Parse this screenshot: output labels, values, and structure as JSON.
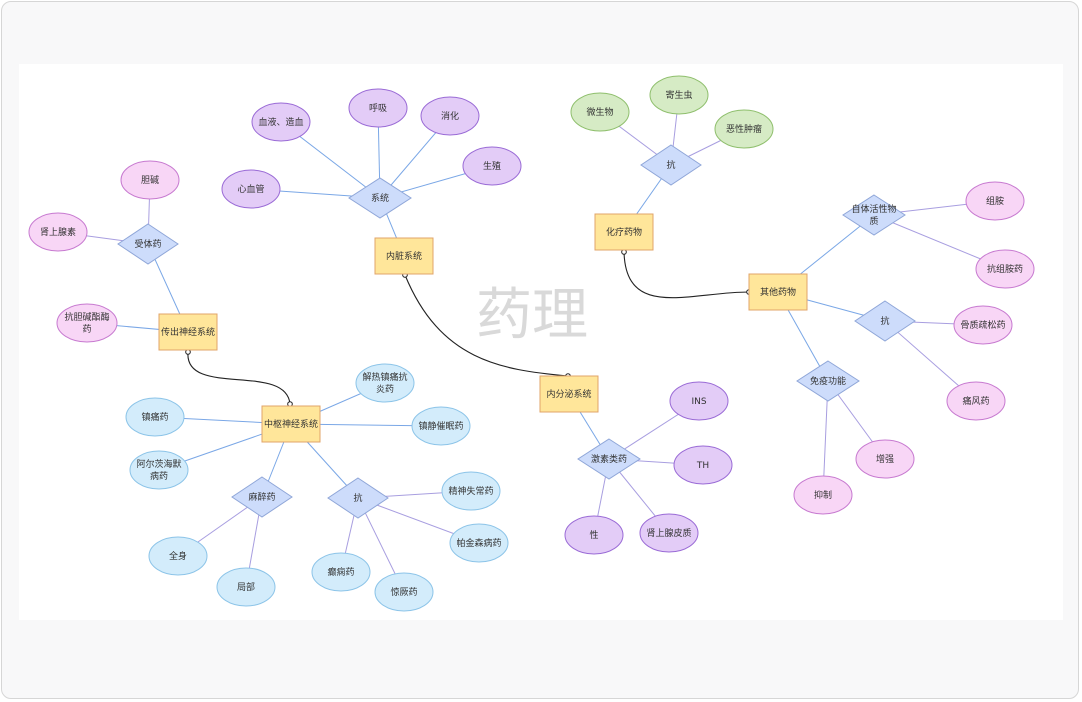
{
  "watermark": "药理",
  "colors": {
    "rect_fill": "#ffe69a",
    "rect_stroke": "#e0a46a",
    "diamond_fill": "#cddcfb",
    "diamond_stroke": "#8fa6d8",
    "link_blue": "#7aa7e6",
    "link_purple": "#a89ee0",
    "purple_fill": "#e3ccf7",
    "purple_stroke": "#9a6bd6",
    "pink_fill": "#f8d6f6",
    "pink_stroke": "#c77ad0",
    "blue_fill": "#d3ecfb",
    "blue_stroke": "#8cc4e8",
    "green_fill": "#d6ebc5",
    "green_stroke": "#8fbf6d"
  },
  "nodes": {
    "neizang": "内脏系统",
    "xitong": "系统",
    "xueye": "血液、造血",
    "huxi": "呼吸",
    "xiaohua": "消化",
    "shengzhi": "生殖",
    "xinxueguan": "心血管",
    "chuanchu": "传出神经系统",
    "shouti": "受体药",
    "danjian": "胆碱",
    "shenshang": "肾上腺素",
    "linzhi": "抗胆碱酯酶药",
    "zhongshu": "中枢神经系统",
    "zhentong": "解热镇痛抗炎药",
    "zhenjing": "镇静催眠药",
    "zhentongyao": "镇痛药",
    "aerzi": "阿尔茨海默病药",
    "mazui": "麻醉药",
    "quanshen": "全身",
    "jubu": "局部",
    "kang_cns": "抗",
    "kangjingshen": "精神失常药",
    "pajinsen": "帕金森病药",
    "dianxian": "癫痫药",
    "jingjue": "惊厥药",
    "neifenmi": "内分泌系统",
    "jisu": "激素类药",
    "ins": "INS",
    "th": "TH",
    "xing": "性",
    "shenshangpizhi": "肾上腺皮质",
    "hualiao": "化疗药物",
    "kang_chemo": "抗",
    "weishengwu": "微生物",
    "jishengchong": "寄生虫",
    "exing": "恶性肿瘤",
    "qita": "其他药物",
    "zitihuoxing": "自体活性物质",
    "xianan": "组胺",
    "kangzuan": "抗组胺药",
    "kang_other": "抗",
    "guzhi": "骨质疏松药",
    "tongfeng": "痛风药",
    "mianyi": "免疫功能",
    "zengqiang": "增强",
    "yizhi": "抑制"
  }
}
